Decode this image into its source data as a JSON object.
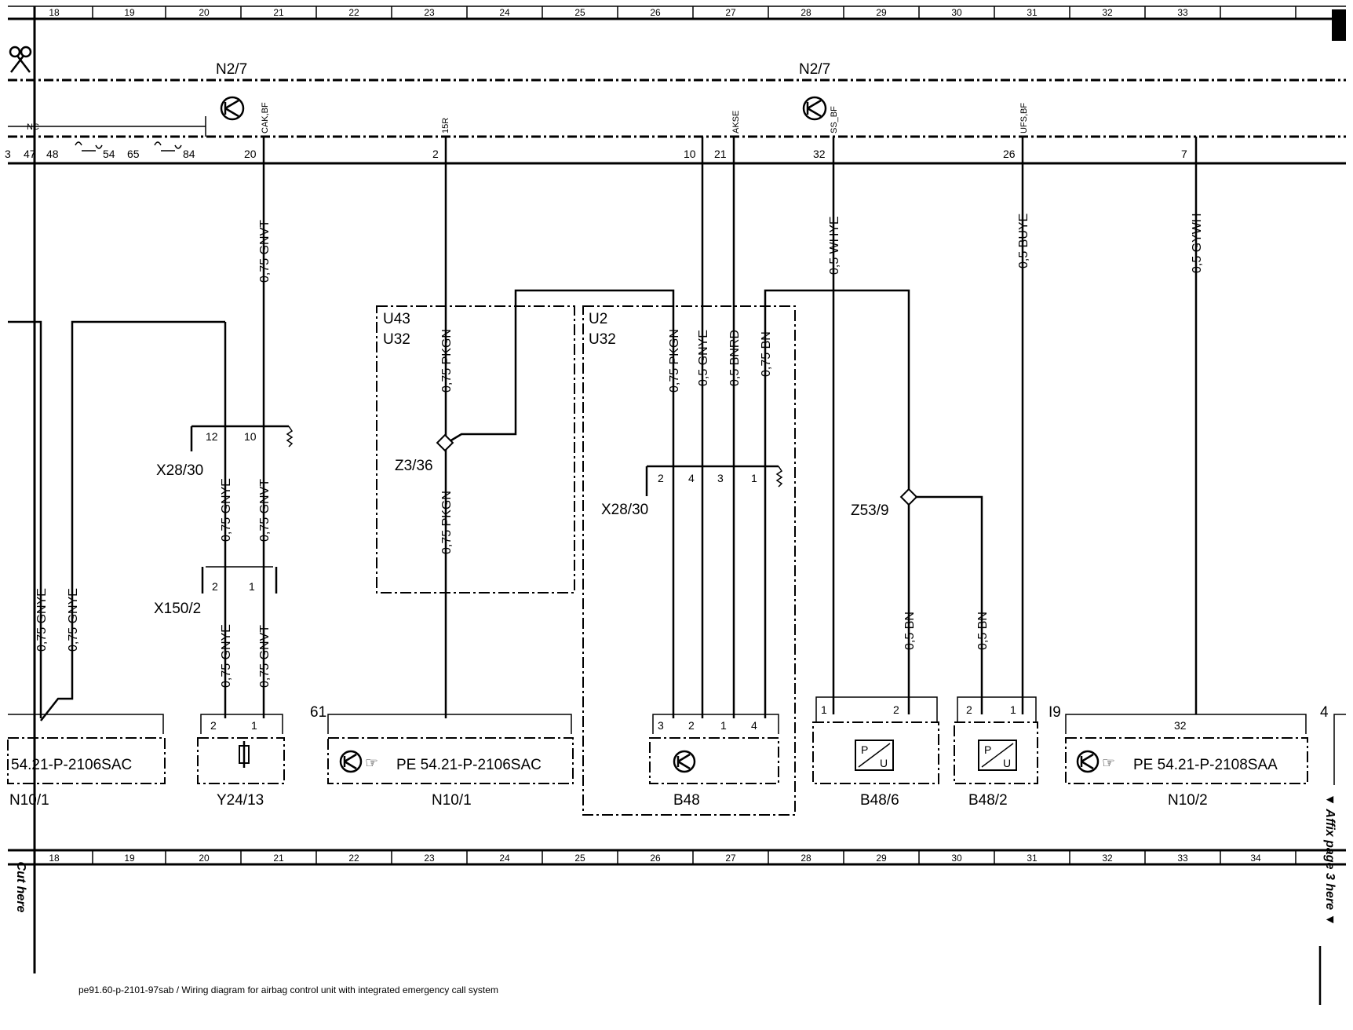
{
  "title": "pe91.60-p-2101-97sab / Wiring diagram for airbag control unit with integrated emergency call system",
  "grid_numbers": [
    "18",
    "19",
    "20",
    "21",
    "22",
    "23",
    "24",
    "25",
    "26",
    "27",
    "28",
    "29",
    "30",
    "31",
    "32",
    "33",
    "34"
  ],
  "cut_here": "Cut here",
  "affix_here": "▼ Affix page 3 here ▼",
  "module_top": {
    "left": "N2/7",
    "right": "N2/7"
  },
  "top_pins": [
    "3",
    "47",
    "48",
    "54",
    "65",
    "84",
    "20",
    "2",
    "10",
    "21",
    "32",
    "26",
    "7"
  ],
  "nc_label": "NC",
  "signals": [
    "CAK,BF",
    "15R",
    "AKSE",
    "SS_BF",
    "UFS,BF"
  ],
  "wire_labels": {
    "w20": "0,75 GNVT",
    "w32": "0,5 WHYE",
    "w26": "0,5 BUYE",
    "w7": "0,5 GYWH",
    "u43_upper": "0,75 PKGN",
    "u43_lower": "0,75 PKGN",
    "u2_1": "0,75 PKGN",
    "u2_2": "0,5 GNYE",
    "u2_3": "0,5 BNRD",
    "u2_4": "0,75 BN",
    "x28_a": "0,75 GNYE",
    "x28_b": "0,75 GNVT",
    "x150_a": "0,75 GNYE",
    "x150_b": "0,75 GNVT",
    "left_1": "0,75 GNYE",
    "left_2": "0,75 GNYE",
    "z53_a": "0,5 BN",
    "z53_b": "0,5 BN"
  },
  "labels": {
    "u43": "U43",
    "u32a": "U32",
    "u2": "U2",
    "u32b": "U32",
    "z336": "Z3/36",
    "x2830_left": "X28/30",
    "x2830_right": "X28/30",
    "x1502": "X150/2",
    "z539": "Z53/9",
    "n101_left": "N10/1",
    "y2413": "Y24/13",
    "n101_mid": "N10/1",
    "b48": "B48",
    "b486": "B48/6",
    "b482": "B48/2",
    "n102": "N10/2",
    "c61": "61",
    "c19": "I9",
    "c4": "4"
  },
  "components": {
    "n101_left_ref": "54.21-P-2106SAC",
    "n101_mid_ref": "PE 54.21-P-2106SAC",
    "n102_ref": "PE 54.21-P-2108SAA"
  },
  "connector_pins": {
    "x2830_left": [
      "12",
      "10"
    ],
    "x1502": [
      "2",
      "1"
    ],
    "x2830_right": [
      "2",
      "4",
      "3",
      "1"
    ],
    "y2413": [
      "2",
      "1"
    ],
    "b48": [
      "3",
      "2",
      "1",
      "4"
    ],
    "b486": [
      "1",
      "2"
    ],
    "b482": [
      "2",
      "1"
    ],
    "n102": [
      "32"
    ]
  },
  "sensor_letters": {
    "p": "P",
    "u": "U"
  }
}
